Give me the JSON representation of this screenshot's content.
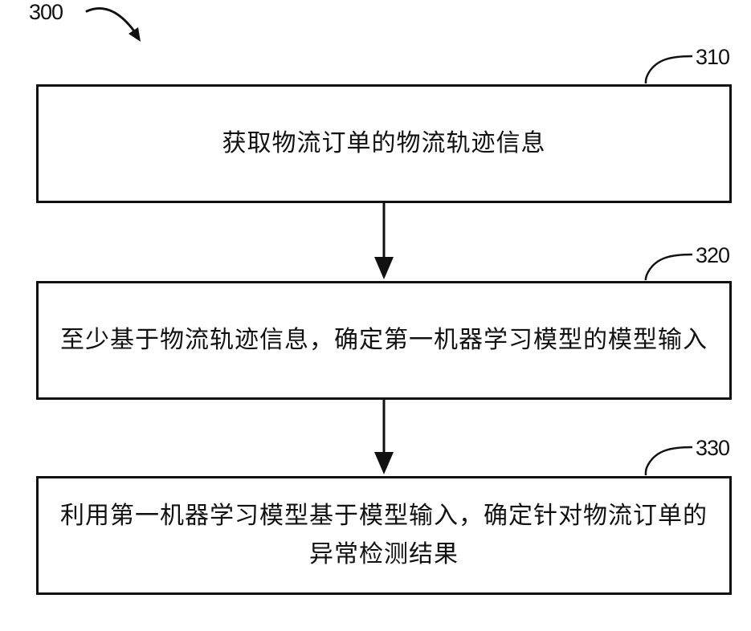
{
  "figure": {
    "number": "300"
  },
  "steps": [
    {
      "ref": "310",
      "text": "获取物流订单的物流轨迹信息"
    },
    {
      "ref": "320",
      "text": "至少基于物流轨迹信息，确定第一机器学习模型的模型输入"
    },
    {
      "ref": "330",
      "text": "利用第一机器学习模型基于模型输入，确定针对物流订单的异常检测结果"
    }
  ],
  "colors": {
    "line": "#111111",
    "background": "#ffffff"
  }
}
